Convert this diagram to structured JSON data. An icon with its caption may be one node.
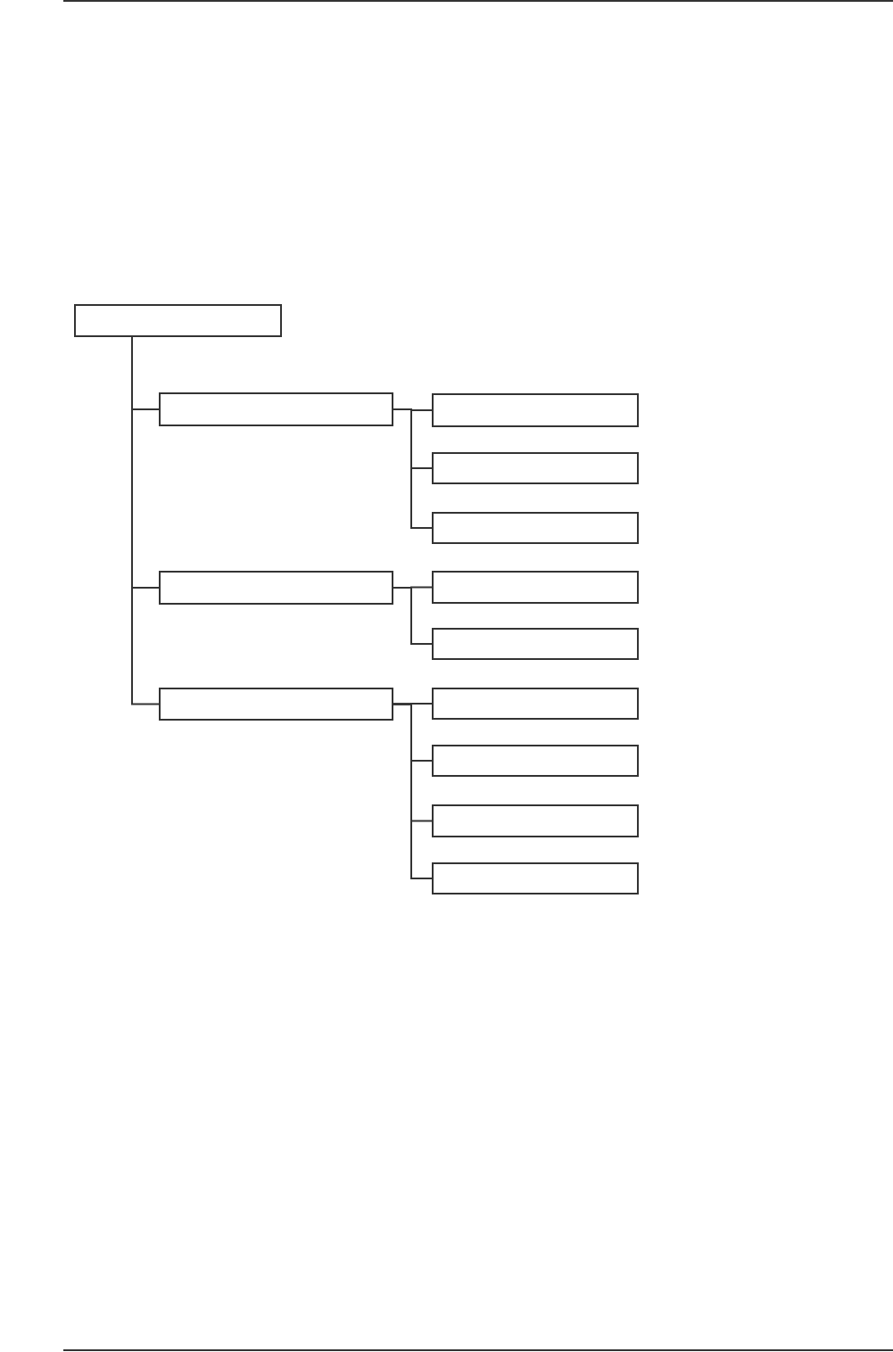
{
  "diagram": {
    "nodes": [
      {
        "text": [],
        "shape": "box"
      },
      {
        "text": [],
        "shape": "box"
      },
      {
        "text": [],
        "shape": "box"
      },
      {
        "text": [],
        "shape": "box"
      },
      {
        "text": [],
        "shape": "box"
      },
      {
        "text": [],
        "shape": "box"
      },
      {
        "text": [],
        "shape": "box"
      },
      {
        "text": [],
        "shape": "box"
      },
      {
        "text": [],
        "shape": "box"
      },
      {
        "text": [],
        "shape": "box"
      },
      {
        "text": [],
        "shape": "box"
      },
      {
        "text": [],
        "shape": "box"
      },
      {
        "text": [],
        "shape": "box"
      }
    ],
    "edges": [
      {
        "from": 0,
        "to": 1,
        "arrow": "none"
      },
      {
        "from": 0,
        "to": 5,
        "arrow": "none"
      },
      {
        "from": 0,
        "to": 8,
        "arrow": "none"
      },
      {
        "from": 1,
        "to": 2,
        "arrow": "none"
      },
      {
        "from": 1,
        "to": 3,
        "arrow": "none"
      },
      {
        "from": 1,
        "to": 4,
        "arrow": "none"
      },
      {
        "from": 5,
        "to": 6,
        "arrow": "none"
      },
      {
        "from": 5,
        "to": 7,
        "arrow": "none"
      },
      {
        "from": 8,
        "to": 9,
        "arrow": "none"
      },
      {
        "from": 8,
        "to": 10,
        "arrow": "none"
      },
      {
        "from": 8,
        "to": 11,
        "arrow": "none"
      },
      {
        "from": 8,
        "to": 12,
        "arrow": "none"
      }
    ]
  }
}
